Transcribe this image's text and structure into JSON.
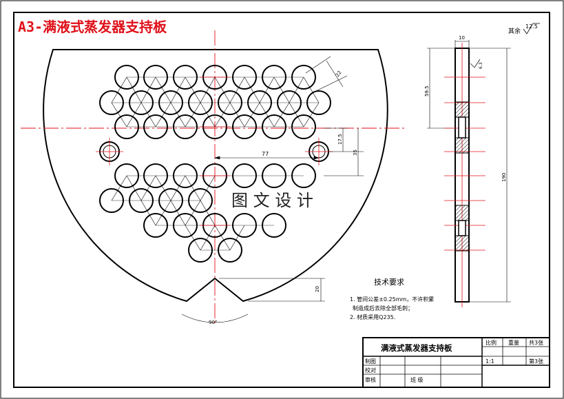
{
  "header": {
    "title": "A3-满液式蒸发器支持板"
  },
  "watermark": "图 文 设 计",
  "roughness": {
    "label": "其余",
    "value": "12.5"
  },
  "front_view": {
    "dim_tube_spacing": "22",
    "dim_77": "77",
    "dim_17_5": "17.5",
    "dim_35": "35",
    "dim_notch_depth": "20",
    "notch_angle": "90°"
  },
  "side_view": {
    "dim_thickness": "10",
    "dim_59_5": "59.5",
    "dim_total": "190",
    "roughness_value": "6.3"
  },
  "tech_requirements": {
    "heading": "技术要求",
    "lines": [
      "1. 管间公差±0.25mm，不许积累",
      "制造成后去除全部毛刺；",
      "2. 材质采用Q235."
    ]
  },
  "title_block": {
    "part_name": "满液式蒸发器支持板",
    "col_scale": "比例",
    "col_weight": "重量",
    "col_total": "共3张",
    "scale_value": "1:1",
    "sheet_no": "第3张",
    "row_draw": "制图",
    "row_check": "校对",
    "row_review": "审核",
    "class_label": "班  级"
  }
}
